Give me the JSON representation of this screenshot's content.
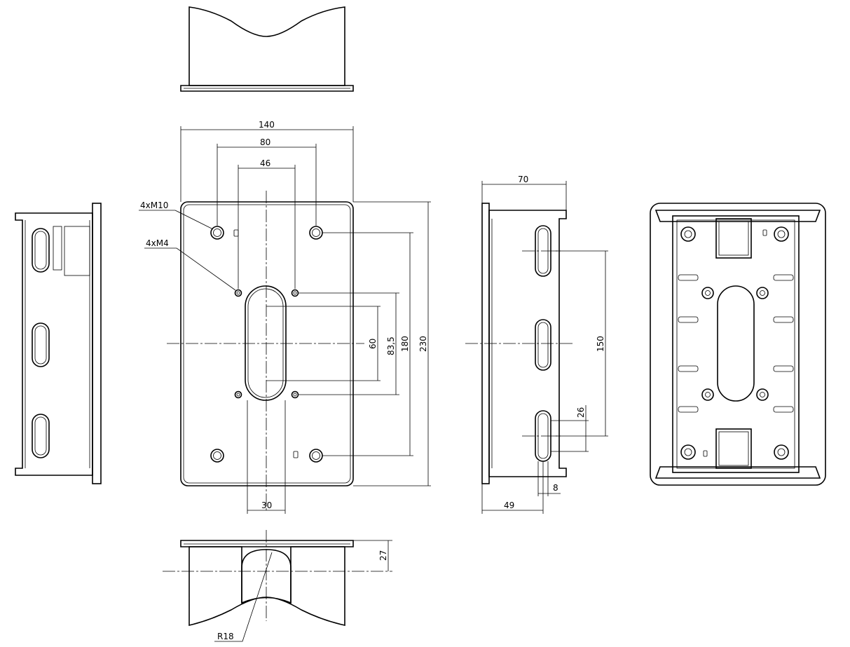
{
  "dimensions": {
    "overall_width": "140",
    "m10_spacing": "80",
    "m4_spacing": "46",
    "overall_height": "230",
    "m10_vertical": "180",
    "m4_vertical": "83,5",
    "slot_length": "60",
    "slot_width": "30",
    "depth": "70",
    "side_slot_spacing": "150",
    "side_offset": "49",
    "slot_small_length": "26",
    "slot_small_width": "8",
    "bottom_depth": "27",
    "radius": "R18"
  },
  "callouts": {
    "m10": "4xM10",
    "m4": "4xM4"
  }
}
